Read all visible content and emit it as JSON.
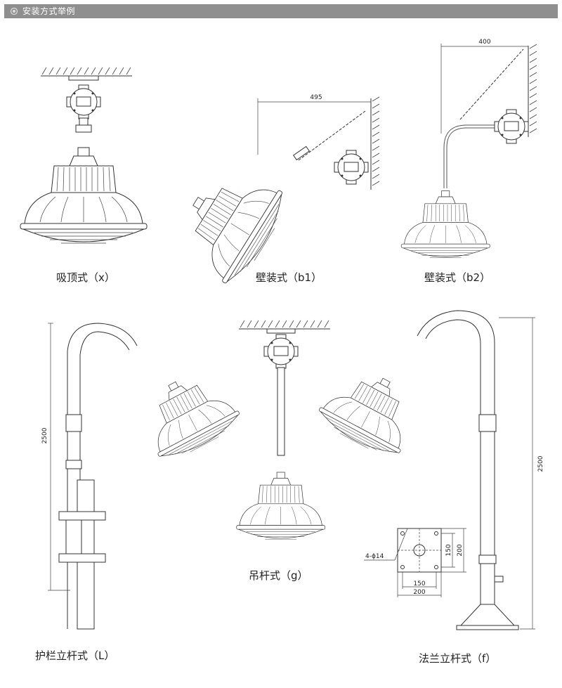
{
  "header": {
    "title": "安装方式举例",
    "icon": "circle-bullet-icon"
  },
  "captions": {
    "ceiling": "吸顶式（x）",
    "wall_b1": "壁装式（b1）",
    "wall_b2": "壁装式（b2）",
    "guardrail": "护栏立杆式（L）",
    "pendant_rod": "吊杆式（g）",
    "flange_pole": "法兰立杆式（f）"
  },
  "dimensions": {
    "b1_width": "495",
    "b2_width": "400",
    "l_height": "2500",
    "f_height": "2500",
    "flange_holes": "4-ϕ14",
    "flange_inner_h": "150",
    "flange_outer_h": "200",
    "flange_inner_w": "150",
    "flange_outer_w": "200"
  },
  "colors": {
    "header_bg": "#8f8f8f",
    "line": "#333333"
  }
}
